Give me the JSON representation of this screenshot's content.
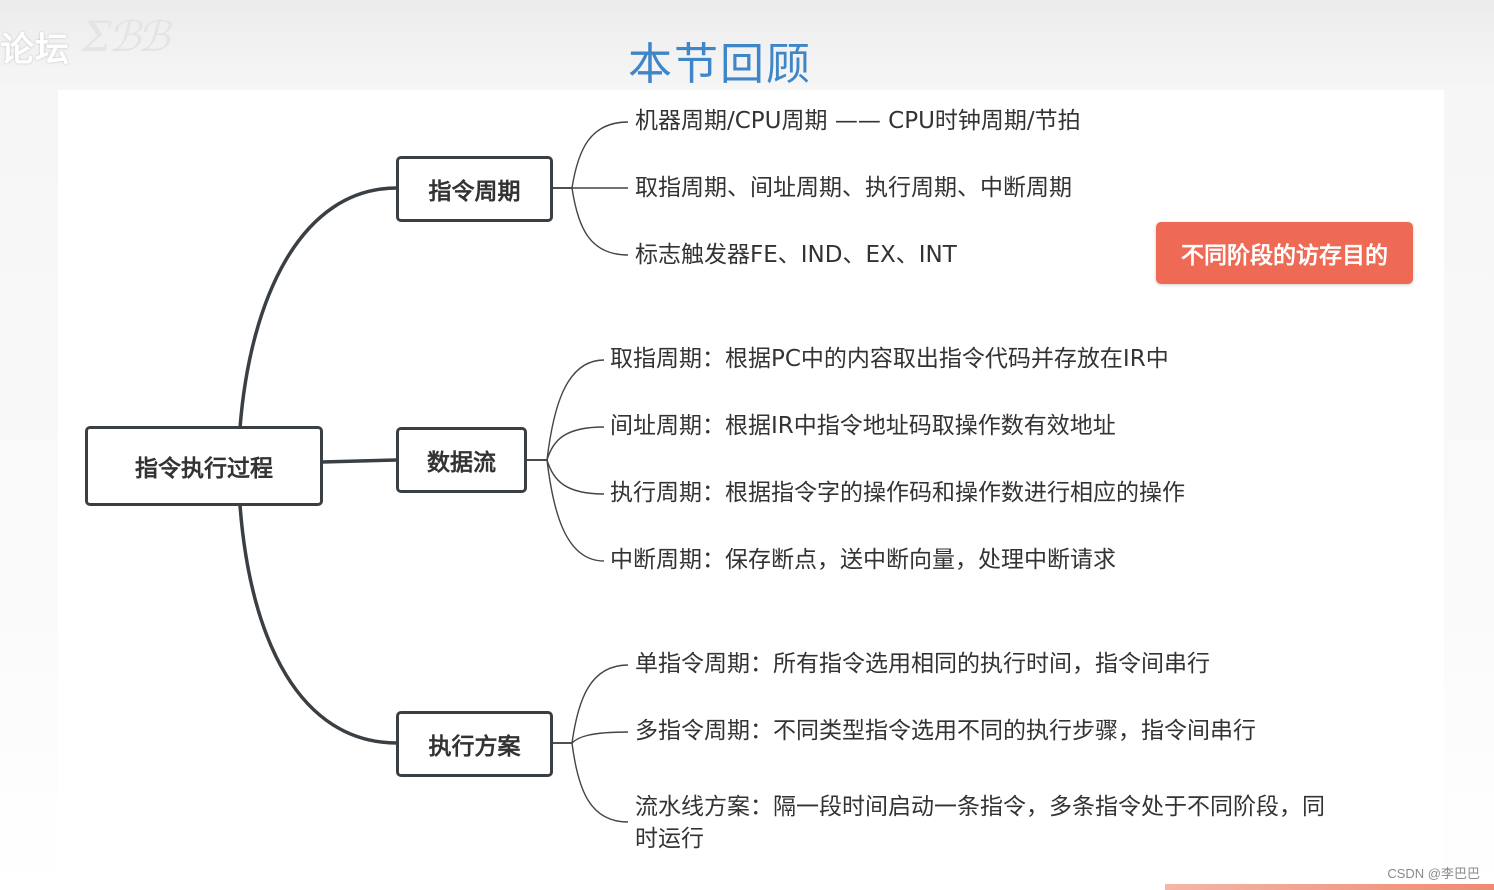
{
  "watermark": {
    "forum": "论坛"
  },
  "title": "本节回顾",
  "root": "指令执行过程",
  "branches": [
    {
      "label": "指令周期",
      "leaves": [
        "机器周期/CPU周期 —— CPU时钟周期/节拍",
        "取指周期、间址周期、执行周期、中断周期",
        "标志触发器FE、IND、EX、INT"
      ]
    },
    {
      "label": "数据流",
      "leaves": [
        "取指周期：根据PC中的内容取出指令代码并存放在IR中",
        "间址周期：根据IR中指令地址码取操作数有效地址",
        "执行周期：根据指令字的操作码和操作数进行相应的操作",
        "中断周期：保存断点，送中断向量，处理中断请求"
      ]
    },
    {
      "label": "执行方案",
      "leaves": [
        "单指令周期：所有指令选用相同的执行时间，指令间串行",
        "多指令周期：不同类型指令选用不同的执行步骤，指令间串行",
        "流水线方案：隔一段时间启动一条指令，多条指令处于不同阶段，同时运行"
      ]
    }
  ],
  "callout": "不同阶段的访存目的",
  "footer": "CSDN @李巴巴",
  "colors": {
    "title": "#3f86c8",
    "callout": "#ee6a55",
    "line": "#3a3f44"
  }
}
